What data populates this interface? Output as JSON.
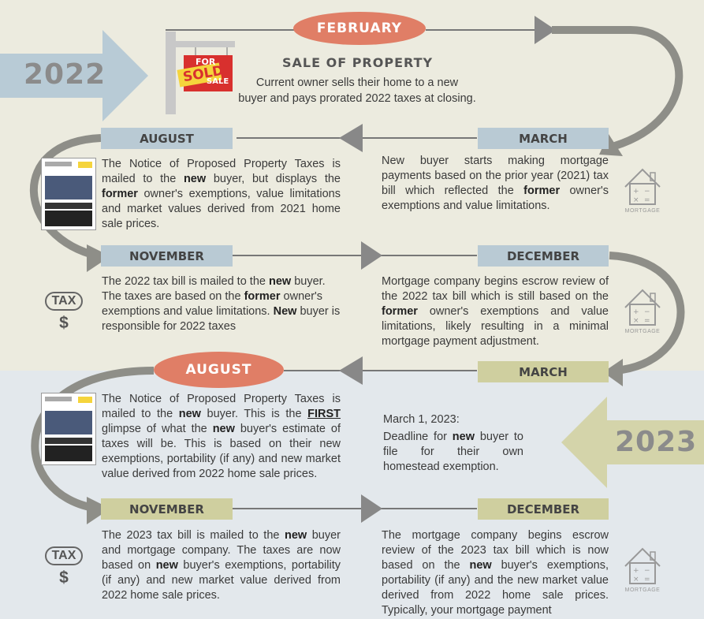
{
  "years": {
    "y2022": "2022",
    "y2023": "2023"
  },
  "sale": {
    "month": "FEBRUARY",
    "title": "SALE OF PROPERTY",
    "line1": "Current owner sells their home to a new",
    "line2": "buyer and pays prorated 2022 taxes at closing.",
    "sign_top": "FOR",
    "sign_sold": "SOLD",
    "sign_bottom": "SALE"
  },
  "row1": {
    "left_month": "AUGUST",
    "right_month": "MARCH",
    "left_p1": "The Notice of Proposed Property Taxes is mailed to the ",
    "left_b1": "new",
    "left_p2": " buyer, but displays the ",
    "left_b2": "former",
    "left_p3": " owner's exemptions, value limitations and market values derived from 2021 home sale prices.",
    "right_p1": "New buyer starts making mortgage payments based on the prior year (2021) tax bill which reflected the ",
    "right_b1": "former",
    "right_p2": " owner's exemptions and value limitations."
  },
  "row2": {
    "left_month": "NOVEMBER",
    "right_month": "DECEMBER",
    "left_p1": "The 2022 tax bill is mailed to the ",
    "left_b1": "new",
    "left_p2": " buyer. The taxes are based on the ",
    "left_b2": "former",
    "left_p3": " owner's exemptions and value limitations. ",
    "left_b3": "New",
    "left_p4": " buyer is responsible for 2022 taxes",
    "right_p1": "Mortgage company begins escrow review of the 2022 tax bill which is still based on the ",
    "right_b1": "former",
    "right_p2": " owner's exemptions and value limitations, likely resulting in a minimal mortgage payment adjustment."
  },
  "row3": {
    "left_month": "AUGUST",
    "right_month": "MARCH",
    "left_p1": "The Notice of Proposed Property Taxes is mailed to the ",
    "left_b1": "new",
    "left_p2": " buyer. This is the ",
    "left_b2": "FIRST",
    "left_p3": " glimpse of what the ",
    "left_b3": "new",
    "left_p4": " buyer's estimate of taxes will be. This is based on their new exemptions, portability (if any) and new market value derived from 2022 home sale prices.",
    "right_date": "March 1, 2023:",
    "right_p1": "Deadline for ",
    "right_b1": "new",
    "right_p2": " buyer to file for their own homestead exemption."
  },
  "row4": {
    "left_month": "NOVEMBER",
    "right_month": "DECEMBER",
    "left_p1": "The 2023 tax bill is mailed to the ",
    "left_b1": "new",
    "left_p2": " buyer and mortgage company. The taxes are now based on ",
    "left_b2": "new",
    "left_p3": " buyer's exemptions, portability (if any) and new market value derived from 2022 home sale prices.",
    "right_p1": "The mortgage company begins escrow review of the 2023 tax bill which is now based on the ",
    "right_b1": "new",
    "right_p2": " buyer's exemptions, portability (if any) and the new market value derived from 2022 home sale prices. Typically, your mortgage payment"
  },
  "icons": {
    "tax_label": "TAX",
    "dollar": "$",
    "mortgage_label": "MORTGAGE"
  },
  "colors": {
    "oval": "#e07e66",
    "bar_blue": "#b9cad4",
    "bar_olive": "#cfcf9f",
    "arrow": "#8e8e88"
  }
}
